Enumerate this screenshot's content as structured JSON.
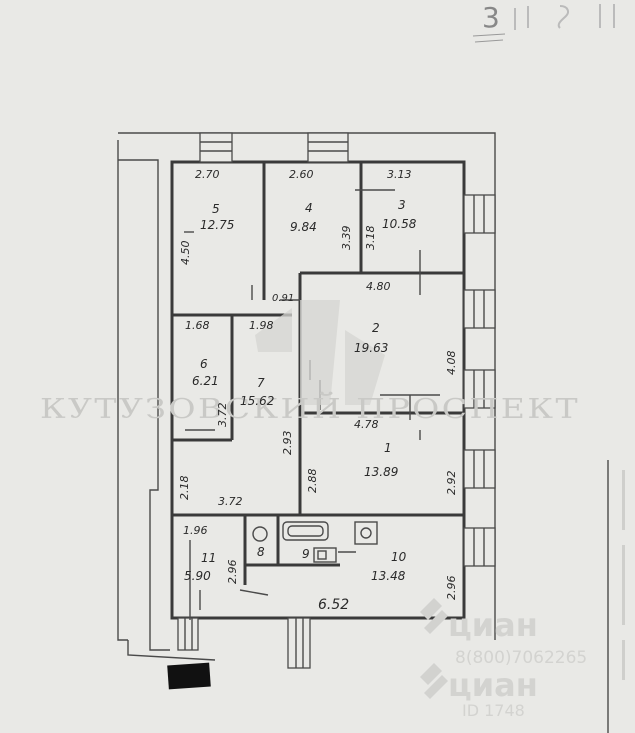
{
  "sheet": {
    "number_text": "3"
  },
  "rooms": [
    {
      "id": "5",
      "number": "5",
      "area": "12.75"
    },
    {
      "id": "4",
      "number": "4",
      "area": "9.84"
    },
    {
      "id": "3",
      "number": "3",
      "area": "10.58"
    },
    {
      "id": "2",
      "number": "2",
      "area": "19.63"
    },
    {
      "id": "6",
      "number": "6",
      "area": "6.21"
    },
    {
      "id": "7",
      "number": "7",
      "area": "15.62"
    },
    {
      "id": "1",
      "number": "1",
      "area": "13.89"
    },
    {
      "id": "11",
      "number": "11",
      "area": "5.90"
    },
    {
      "id": "8",
      "number": "8",
      "area": ""
    },
    {
      "id": "9",
      "number": "9",
      "area": ""
    },
    {
      "id": "10",
      "number": "10",
      "area": "13.48"
    }
  ],
  "dimensions": {
    "d_270": "2.70",
    "d_260": "2.60",
    "d_313": "3.13",
    "d_450": "4.50",
    "d_339": "3.39",
    "d_318": "3.18",
    "d_091": "0.91",
    "d_480": "4.80",
    "d_168": "1.68",
    "d_198": "1.98",
    "d_408": "4.08",
    "d_372v": "3.72",
    "d_293": "2.93",
    "d_478": "4.78",
    "d_288": "2.88",
    "d_292": "2.92",
    "d_218": "2.18",
    "d_372h": "3.72",
    "d_196": "1.96",
    "d_296a": "2.96",
    "d_296b": "2.96",
    "d_652": "6.52"
  },
  "watermarks": {
    "city_text": "КУТУЗОВСКИЙ ПРОСПЕКТ",
    "brand_1": "циан",
    "phone": "8(800)7062265",
    "brand_2": "циан",
    "listing_id": "ID 1748"
  }
}
